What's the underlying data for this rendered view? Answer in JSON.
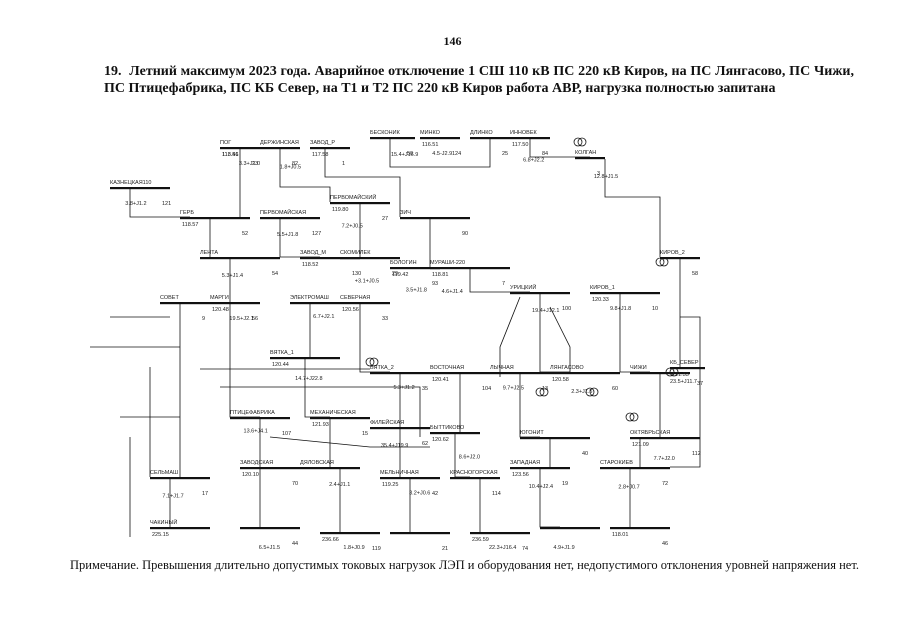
{
  "page": {
    "number": "146",
    "heading_number": "19.",
    "heading_text": "Летний максимум 2023 года. Аварийное отключение 1 СШ 110 кВ ПС 220 кВ Киров, на ПС Лянгасово, ПС Чижи, ПС Птицефабрика, ПС КБ Север, на Т1 и Т2 ПС 220 кВ Киров работа АВР, нагрузка полностью запитана",
    "note": "Примечание. Превышения длительно допустимых токовых нагрузок ЛЭП и оборудования нет, недопустимого отклонения уровней напряжения нет."
  },
  "diagram": {
    "substations": [
      "КАЗНЕЦКАЯ110",
      "ПОГ",
      "ДЕРЖИНСКАЯ",
      "ЗАВОД_Р",
      "БЕСКОНИК",
      "МИНКО",
      "ДЛИНКО",
      "ИННОВЕК",
      "КОЛГАН",
      "ГЕРБ",
      "ПЕРВОМАЙСКАЯ",
      "ПЕРВОМАЙСКИЙ",
      "ЗИЧ",
      "МУРАШИ-220",
      "ЛЕНТА",
      "ЗАВОД_М",
      "СКОМИЛЕК",
      "БОЛОГИН",
      "СОВЕТ",
      "МАРГИ",
      "ЭЛЕКТРОМАШ",
      "СЕВЕРНАЯ",
      "УРИЦКИЙ",
      "КИРОВ_1",
      "КИРОВ_2",
      "ВЯТКА_1",
      "ВЯТКА_2",
      "ВОСТОЧНАЯ",
      "ЛЫЧНАЯ",
      "ЛЯНГАСОВО",
      "ЧИЖИ",
      "КБ_СЕВЕР",
      "ПТИЦЕФАБРИКА",
      "МЕХАНИЧЕСКАЯ",
      "ФИЛЕЙСКАЯ",
      "БЫТТИКОВО",
      "ЮГОНИТ",
      "ОКТЯБРЬСКАЯ",
      "СЕЛЬМАШ",
      "ЗАВОДСКАЯ",
      "ДЯЛОВСКАЯ",
      "МЕЛЬНИЧНАЯ",
      "КРАСНОГОРСКАЯ",
      "ЗАПАДНАЯ",
      "СТАРОКИЕВ",
      "ЧАКИНЫЙ"
    ],
    "bus_voltages": [
      "118.41",
      "117.58",
      "116.51",
      "117.50",
      "118.57",
      "119.80",
      "118.81",
      "118.52",
      "119.42",
      "120.48",
      "120.56",
      "120.33",
      "120.44",
      "120.41",
      "120.58",
      "121.33",
      "121.93",
      "120.62",
      "121.09",
      "120.10",
      "119.25",
      "123.56",
      "225.15",
      "236.66",
      "236.59",
      "118.01",
      "113.56"
    ],
    "flows": [
      "1.8+J0.5",
      "4.5-J2.9",
      "12.8+J1.5",
      "7.2+J0.5",
      "5.3+J1.4",
      "3.5+J1.8",
      "6.7+J2.1",
      "9.8+J1.8",
      "5.3+J1.2",
      "2.3+J1.5",
      "13.6+J4.1",
      "8.6+J2.0",
      "7.1+J1.7",
      "3.2+J0.6",
      "2.8+J0.7",
      "1.8+J0.9",
      "4.9+J1.9",
      "3.3+J1.0",
      "15.4+J16.9",
      "6.8+J2.2",
      "5.5+J1.8",
      "4.6+J1.4",
      "+3.1+J0.5",
      "19.5+J2.1",
      "19.4+J12.1",
      "14.7+J22.8",
      "9.7+J2.5",
      "23.5+J11.7",
      "35.4+J19.9",
      "7.7+J2.0",
      "2.4+J1.1",
      "10.4+J2.4",
      "6.5+J1.5",
      "22.3+J16.4",
      "3.8+J1.2"
    ],
    "line_numbers": [
      "1",
      "3",
      "7",
      "9",
      "10",
      "13",
      "15",
      "17",
      "19",
      "21",
      "23",
      "25",
      "27",
      "29",
      "33",
      "35",
      "37",
      "40",
      "42",
      "44",
      "46",
      "50",
      "52",
      "54",
      "56",
      "58",
      "60",
      "62",
      "70",
      "72",
      "74",
      "82",
      "84",
      "90",
      "93",
      "100",
      "104",
      "107",
      "112",
      "114",
      "119",
      "121",
      "124",
      "127",
      "130"
    ]
  }
}
